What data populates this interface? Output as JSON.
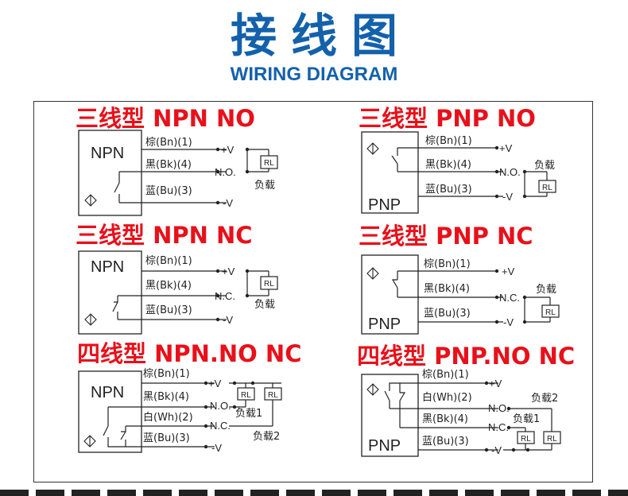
{
  "header": {
    "title_cn": "接线图",
    "title_en": "WIRING DIAGRAM"
  },
  "colors": {
    "title_blue": "#1461ab",
    "section_red": "#e8101a",
    "line": "#222222"
  },
  "sections": {
    "npn_no": {
      "title": "三线型 NPN NO",
      "sensor": "NPN",
      "wires": [
        "棕(Bn)(1)",
        "黑(Bk)(4)",
        "蓝(Bu)(3)"
      ],
      "terminals": [
        "+V",
        "N.O.",
        "-V"
      ],
      "rl": "RL",
      "load": "负载"
    },
    "pnp_no": {
      "title": "三线型 PNP NO",
      "sensor": "PNP",
      "wires": [
        "棕(Bn)(1)",
        "黑(Bk)(4)",
        "蓝(Bu)(3)"
      ],
      "terminals": [
        "+V",
        "N.O.",
        "-V"
      ],
      "rl": "RL",
      "load": "负载"
    },
    "npn_nc": {
      "title": "三线型 NPN NC",
      "sensor": "NPN",
      "wires": [
        "棕(Bn)(1)",
        "黑(Bk)(4)",
        "蓝(Bu)(3)"
      ],
      "terminals": [
        "+V",
        "N.C.",
        "-V"
      ],
      "rl": "RL",
      "load": "负载"
    },
    "pnp_nc": {
      "title": "三线型 PNP NC",
      "sensor": "PNP",
      "wires": [
        "棕(Bn)(1)",
        "黑(Bk)(4)",
        "蓝(Bu)(3)"
      ],
      "terminals": [
        "+V",
        "N.C.",
        "-V"
      ],
      "rl": "RL",
      "load": "负载"
    },
    "npn_nonc": {
      "title": "四线型 NPN.NO NC",
      "sensor": "NPN",
      "wires": [
        "棕(Bn)(1)",
        "黑(Bk)(4)",
        "白(Wh)(2)",
        "蓝(Bu)(3)"
      ],
      "terminals": [
        "+V",
        "N.O.",
        "N.C.",
        "-V"
      ],
      "rl": "RL",
      "load1": "负载1",
      "load2": "负载2"
    },
    "pnp_nonc": {
      "title": "四线型 PNP.NO NC",
      "sensor": "PNP",
      "wires": [
        "棕(Bn)(1)",
        "白(Wh)(2)",
        "黑(Bk)(4)",
        "蓝(Bu)(3)"
      ],
      "terminals": [
        "+V",
        "N.O.",
        "N.C.",
        "-V"
      ],
      "rl": "RL",
      "load1": "负载1",
      "load2": "负载2"
    }
  }
}
